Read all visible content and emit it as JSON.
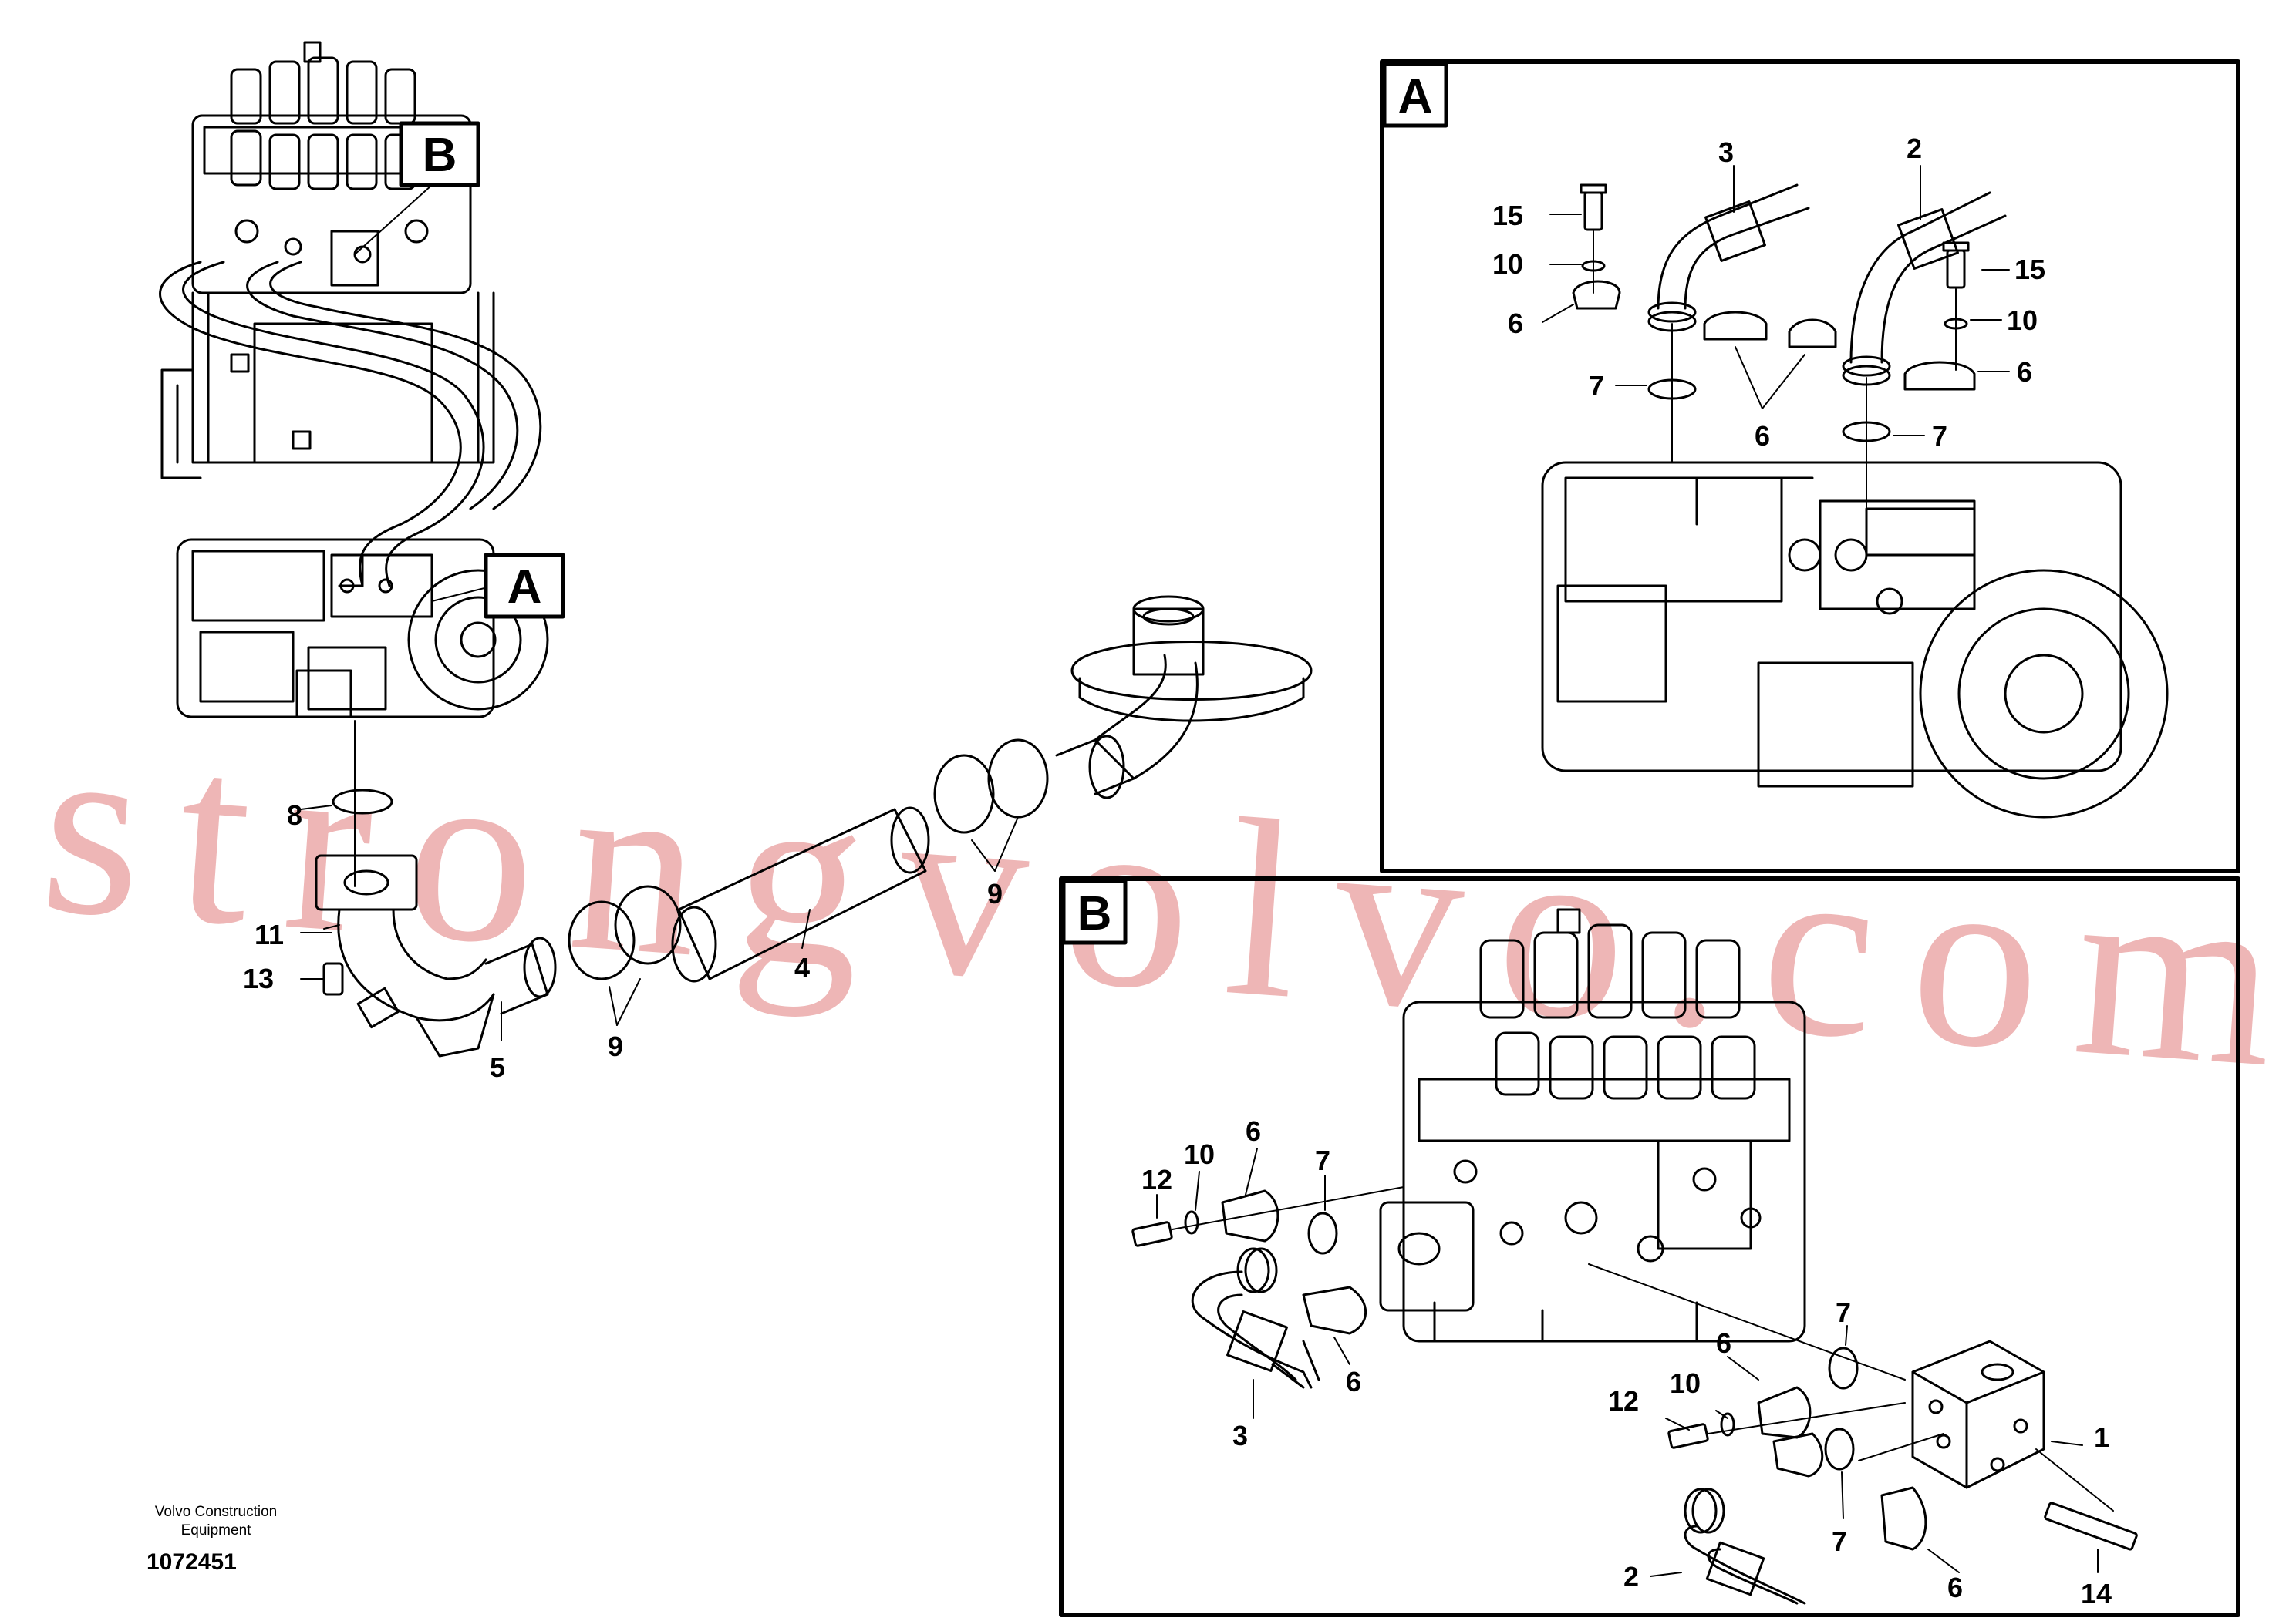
{
  "labels": {
    "overview_box_b": "B",
    "overview_box_a": "A",
    "detail_a_title": "A",
    "detail_b_title": "B"
  },
  "overview_callouts": {
    "c8": "8",
    "c11": "11",
    "c13": "13",
    "c5": "5",
    "c9a": "9",
    "c4": "4",
    "c9b": "9"
  },
  "detail_a_callouts": {
    "c3": "3",
    "c2": "2",
    "c15a": "15",
    "c10a": "10",
    "c6a": "6",
    "c7a": "7",
    "c6b": "6",
    "c15b": "15",
    "c10b": "10",
    "c6c": "6",
    "c7b": "7"
  },
  "detail_b_callouts": {
    "c12a": "12",
    "c10a": "10",
    "c6a": "6",
    "c7a": "7",
    "c3": "3",
    "c6b": "6",
    "c7b": "7",
    "c6c": "6",
    "c12b": "12",
    "c10b": "10",
    "c1": "1",
    "c2": "2",
    "c7c": "7",
    "c6d": "6",
    "c14": "14"
  },
  "credit": {
    "company_line1": "Volvo Construction",
    "company_line2": "Equipment",
    "drawing_number": "1072451"
  },
  "watermark": "strongvolvo.com",
  "colors": {
    "line": "#000000",
    "watermark": "#d65050"
  }
}
